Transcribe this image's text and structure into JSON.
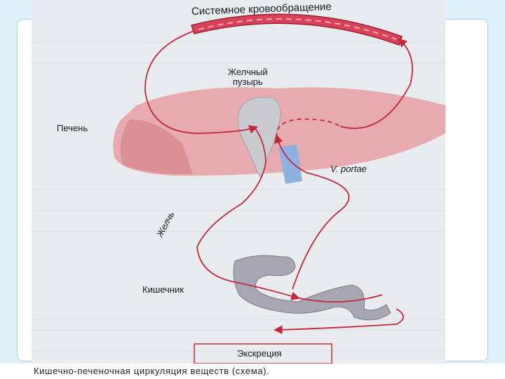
{
  "diagram": {
    "top_title": "Системное кровообращение",
    "labels": {
      "gallbladder": "Желчный\nпузырь",
      "liver": "Печень",
      "portal_vein": "V. portae",
      "bile": "Желчь",
      "intestine": "Кишечник",
      "excretion": "Экскреция"
    },
    "caption": "Кишечно-печеночная циркуляция веществ (схема)."
  },
  "colors": {
    "pathway": "#c3283c",
    "vessel": "#d8435a",
    "liver": "#e7a3a6",
    "gallbladder": "#c9cbcf",
    "portal_vein": "#8db1e0",
    "intestine": "#a9a6b3"
  }
}
